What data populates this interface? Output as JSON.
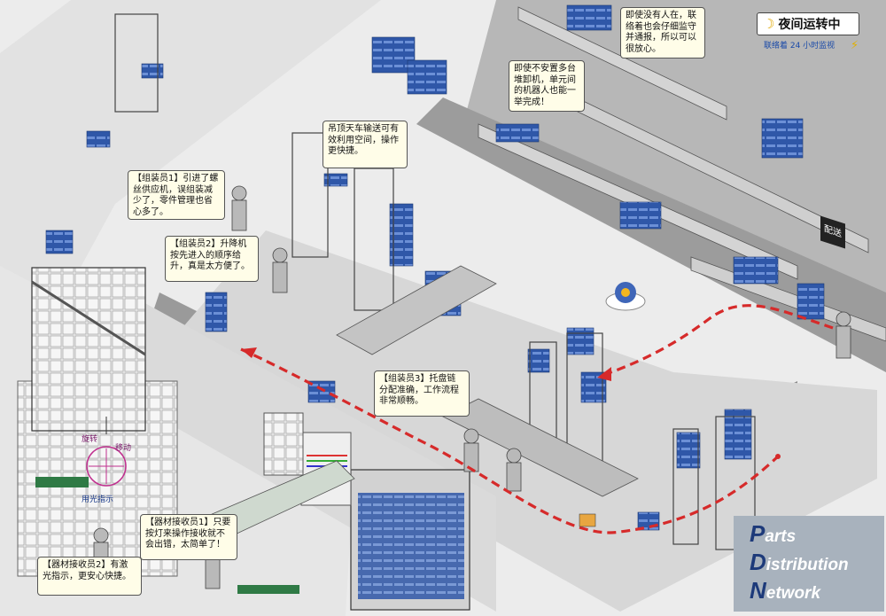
{
  "badge": {
    "night_label": "夜间运转中",
    "monitor_label": "联络着 24 小时监视"
  },
  "callouts": {
    "night_unmanned": "即使没有人在，联络着也会仔细监守并通报，所以可以很放心。",
    "stacker": "即使不安置多台堆卸机，单元间的机器人也能一举完成！",
    "overhead": "吊顶天车输送可有效利用空间，操作更快捷。",
    "assembler1": "【组装员1】引进了螺丝供应机，误组装减少了，零件管理也省心多了。",
    "assembler2": "【组装员2】升降机按先进入的顺序给升，真是太方便了。",
    "assembler3": "【组装员3】托盘链分配准确，工作流程非常顺畅。",
    "receiver1": "【器材接收员1】只要按灯来操作接收就不会出错，太简单了！",
    "receiver2": "【器材接收员2】有激光指示，更安心快捷。"
  },
  "labels": {
    "rotate": "旋转",
    "move": "移动",
    "light_guide": "用光指示",
    "sign": "配送"
  },
  "logo": {
    "line1": "Parts",
    "line2": "Distribution",
    "line3": "Network"
  },
  "colors": {
    "bin": "#3f66b8",
    "route": "#d62a2a",
    "floor": "#dcdcdc",
    "wall": "#8d8d8d"
  }
}
